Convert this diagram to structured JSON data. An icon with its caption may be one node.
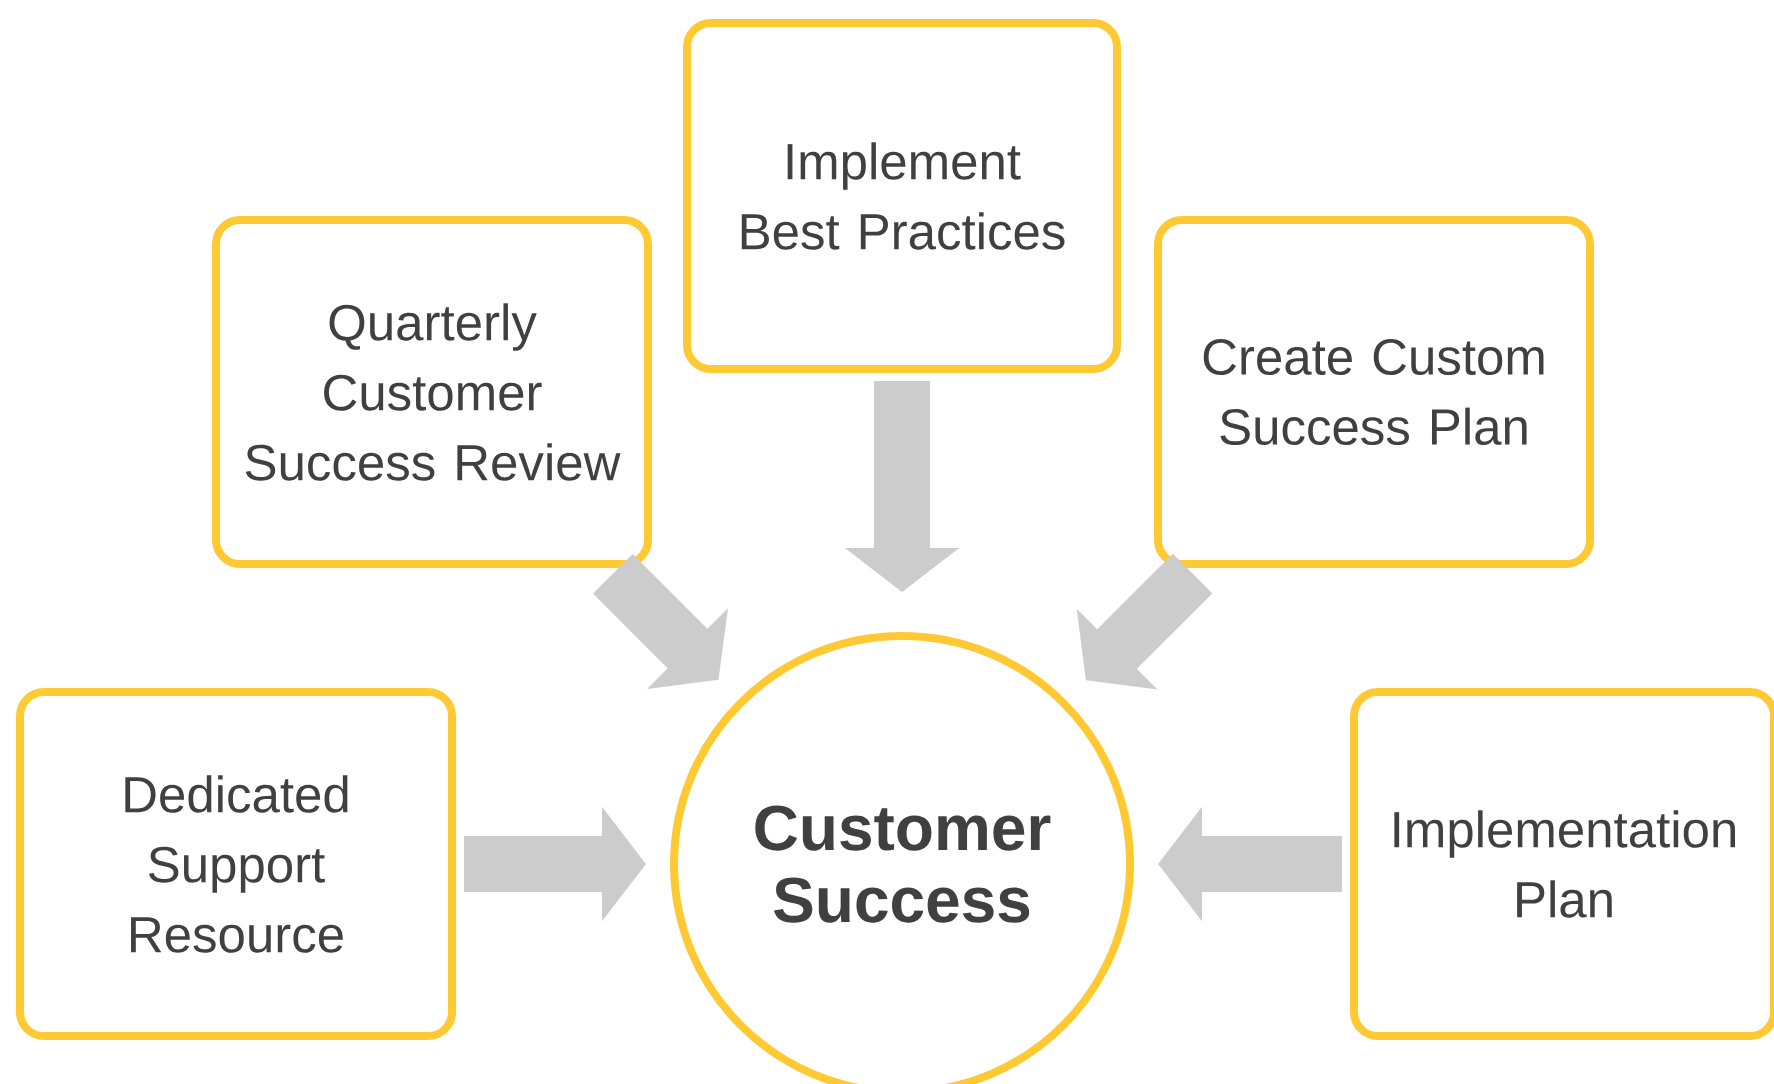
{
  "diagram": {
    "nodes": [
      {
        "text": [
          "Quarterly Customer Success Review"
        ]
      },
      {
        "text": [
          "Implement Best Practices"
        ]
      },
      {
        "text": [
          "Create Custom Success Plan"
        ]
      },
      {
        "text": [
          "Dedicated Support Resource"
        ]
      },
      {
        "text": [
          "Implementation Plan"
        ]
      },
      {
        "text": [
          "Customer Success"
        ]
      }
    ],
    "edges": [
      {
        "from": 0,
        "to": 5,
        "arrow": "to"
      },
      {
        "from": 1,
        "to": 5,
        "arrow": "to"
      },
      {
        "from": 2,
        "to": 5,
        "arrow": "to"
      },
      {
        "from": 3,
        "to": 5,
        "arrow": "to"
      },
      {
        "from": 4,
        "to": 5,
        "arrow": "to"
      }
    ]
  }
}
